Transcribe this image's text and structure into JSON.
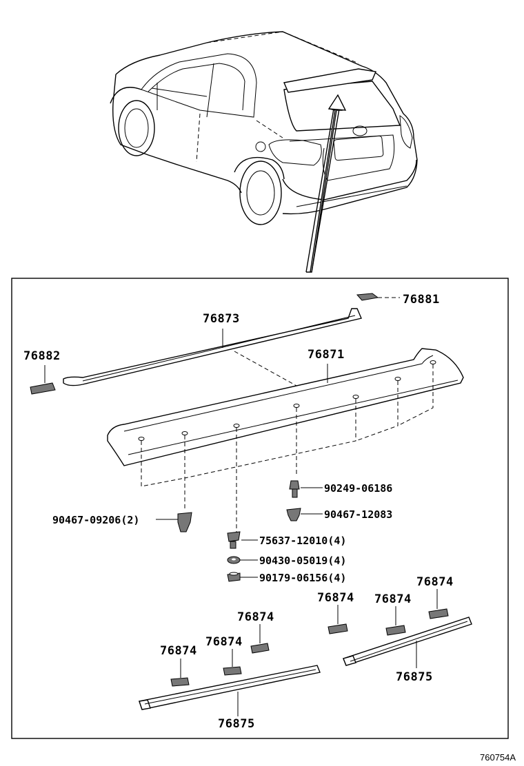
{
  "labels": {
    "p76881": "76881",
    "p76873": "76873",
    "p76882": "76882",
    "p76871": "76871",
    "p90249": "90249-06186",
    "p90467_12083": "90467-12083",
    "p90467_09206": "90467-09206(2)",
    "p75637": "75637-12010(4)",
    "p90430": "90430-05019(4)",
    "p90179": "90179-06156(4)",
    "p76874": "76874",
    "p76875": "76875"
  },
  "reference_code": "760754A"
}
